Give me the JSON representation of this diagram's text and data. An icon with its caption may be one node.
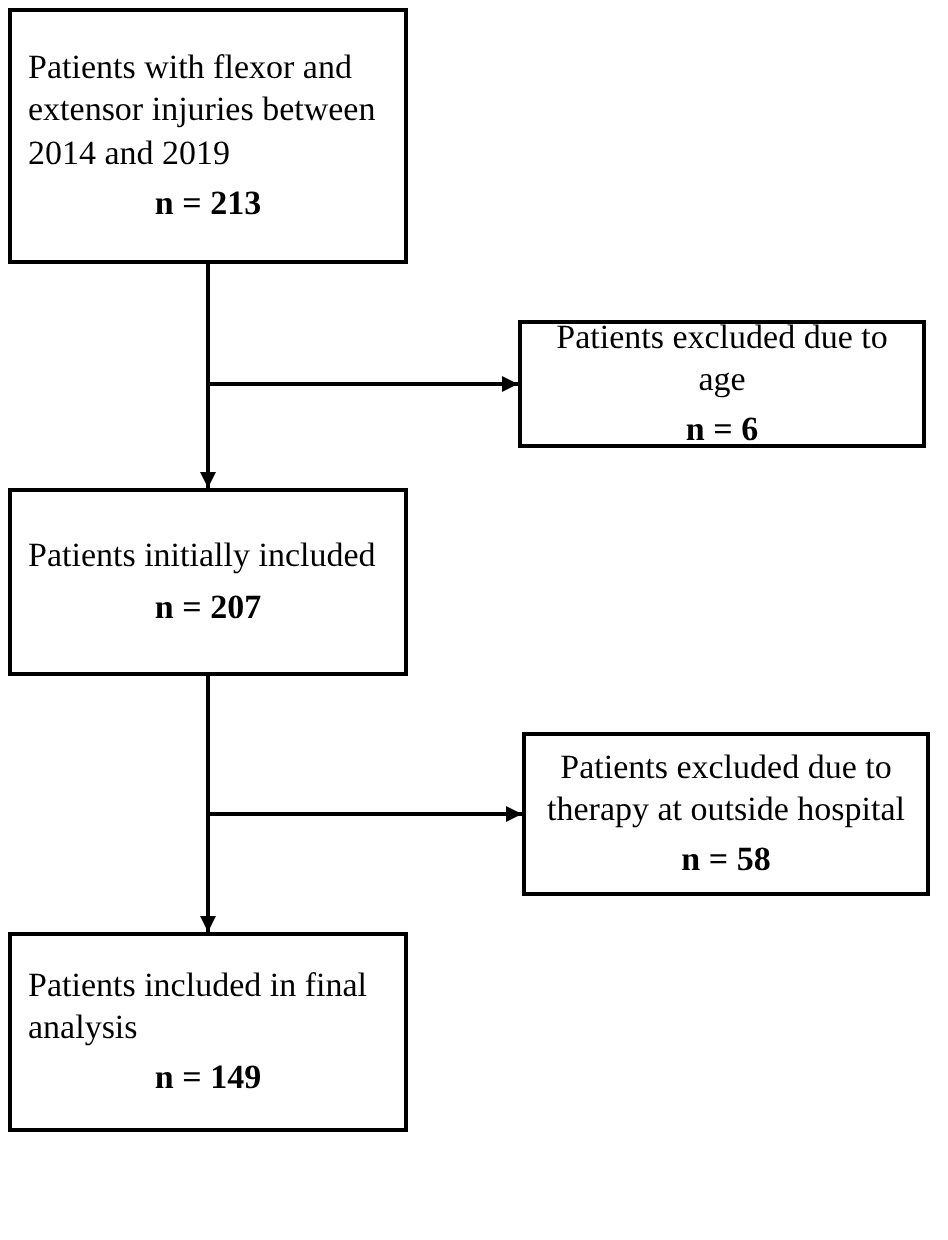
{
  "diagram": {
    "nodes": [
      {
        "text": [
          "Patients with flexor and extensor injuries between 2014 and 2019",
          "n = 213"
        ]
      },
      {
        "text": [
          "Patients excluded due to age",
          "n = 6"
        ]
      },
      {
        "text": [
          "Patients initially included",
          "n = 207"
        ]
      },
      {
        "text": [
          "Patients excluded due to therapy at outside hospital",
          "n = 58"
        ]
      },
      {
        "text": [
          "Patients included in final analysis",
          "n = 149"
        ]
      }
    ],
    "edges": [
      {
        "from": 0,
        "to": 2,
        "arrow": "to"
      },
      {
        "from": 0,
        "to": 1,
        "arrow": "to"
      },
      {
        "from": 2,
        "to": 4,
        "arrow": "to"
      },
      {
        "from": 2,
        "to": 3,
        "arrow": "to"
      }
    ]
  }
}
